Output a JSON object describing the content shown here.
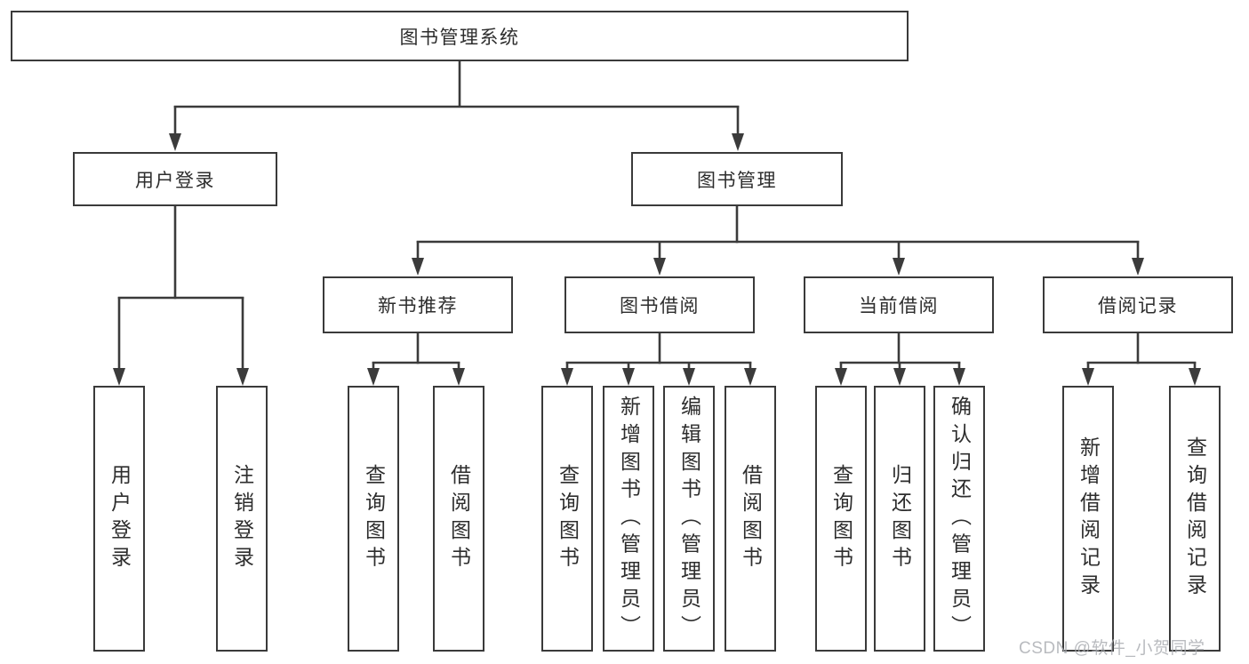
{
  "tree": {
    "label": "图书管理系统",
    "children": [
      {
        "label": "用户登录",
        "children": [
          {
            "label": "用户登录"
          },
          {
            "label": "注销登录"
          }
        ]
      },
      {
        "label": "图书管理",
        "children": [
          {
            "label": "新书推荐",
            "children": [
              {
                "label": "查询图书"
              },
              {
                "label": "借阅图书"
              }
            ]
          },
          {
            "label": "图书借阅",
            "children": [
              {
                "label": "查询图书"
              },
              {
                "label": "新增图书（管理员）"
              },
              {
                "label": "编辑图书（管理员）"
              },
              {
                "label": "借阅图书"
              }
            ]
          },
          {
            "label": "当前借阅",
            "children": [
              {
                "label": "查询图书"
              },
              {
                "label": "归还图书"
              },
              {
                "label": "确认归还（管理员）"
              }
            ]
          },
          {
            "label": "借阅记录",
            "children": [
              {
                "label": "新增借阅记录"
              },
              {
                "label": "查询借阅记录"
              }
            ]
          }
        ]
      }
    ]
  },
  "watermark": {
    "text": "CSDN @软件_小贺同学"
  },
  "colors": {
    "line": "#3b3b3b",
    "box_border": "#3a3a3a",
    "text": "#2d2d2d",
    "watermark": "#a7aaaf",
    "background": "#ffffff"
  }
}
